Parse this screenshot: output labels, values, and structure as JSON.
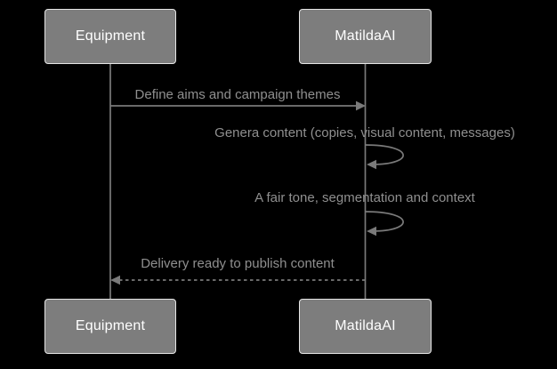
{
  "diagram": {
    "type": "sequence-diagram",
    "actors": [
      {
        "id": "equipment",
        "label": "Equipment"
      },
      {
        "id": "matildaai",
        "label": "MatildaAI"
      }
    ],
    "messages": [
      {
        "from": "Equipment",
        "to": "MatildaAI",
        "label": "Define aims and campaign themes",
        "line": "solid",
        "direction": "right"
      },
      {
        "from": "MatildaAI",
        "to": "MatildaAI",
        "label": "Genera content (copies, visual content, messages)",
        "line": "solid",
        "direction": "self"
      },
      {
        "from": "MatildaAI",
        "to": "MatildaAI",
        "label": "A fair tone, segmentation and context",
        "line": "solid",
        "direction": "self"
      },
      {
        "from": "MatildaAI",
        "to": "Equipment",
        "label": "Delivery ready to publish content",
        "line": "dashed",
        "direction": "left"
      }
    ],
    "colors": {
      "background": "#000000",
      "actor_fill": "#7d7d7d",
      "actor_border": "#e6e6e6",
      "actor_text": "#ffffff",
      "line": "#7a7a7a",
      "message_text": "#8f8f8f"
    }
  }
}
